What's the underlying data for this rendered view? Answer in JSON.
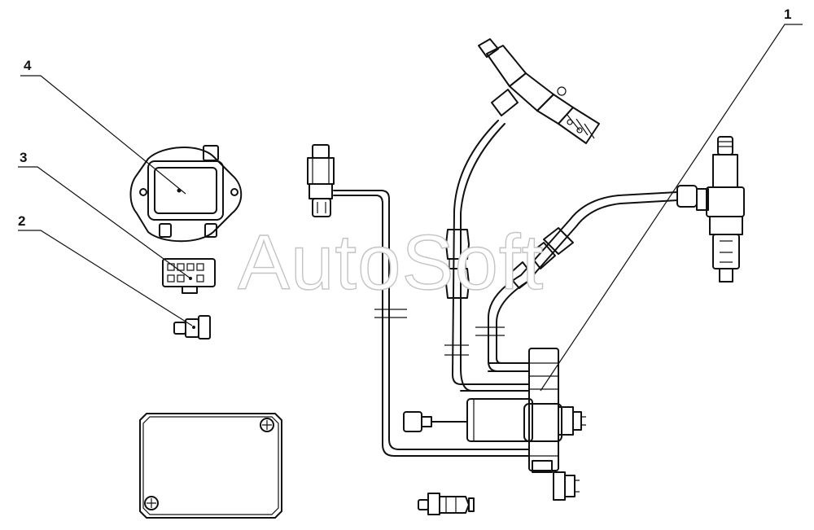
{
  "callouts": [
    {
      "id": "callout-1",
      "text": "1"
    },
    {
      "id": "callout-2",
      "text": "2"
    },
    {
      "id": "callout-3",
      "text": "3"
    },
    {
      "id": "callout-4",
      "text": "4"
    }
  ],
  "watermark": "AutoSoft",
  "colors": {
    "line": "#111111",
    "background": "#ffffff",
    "watermark_outline": "#c4c4c4"
  }
}
